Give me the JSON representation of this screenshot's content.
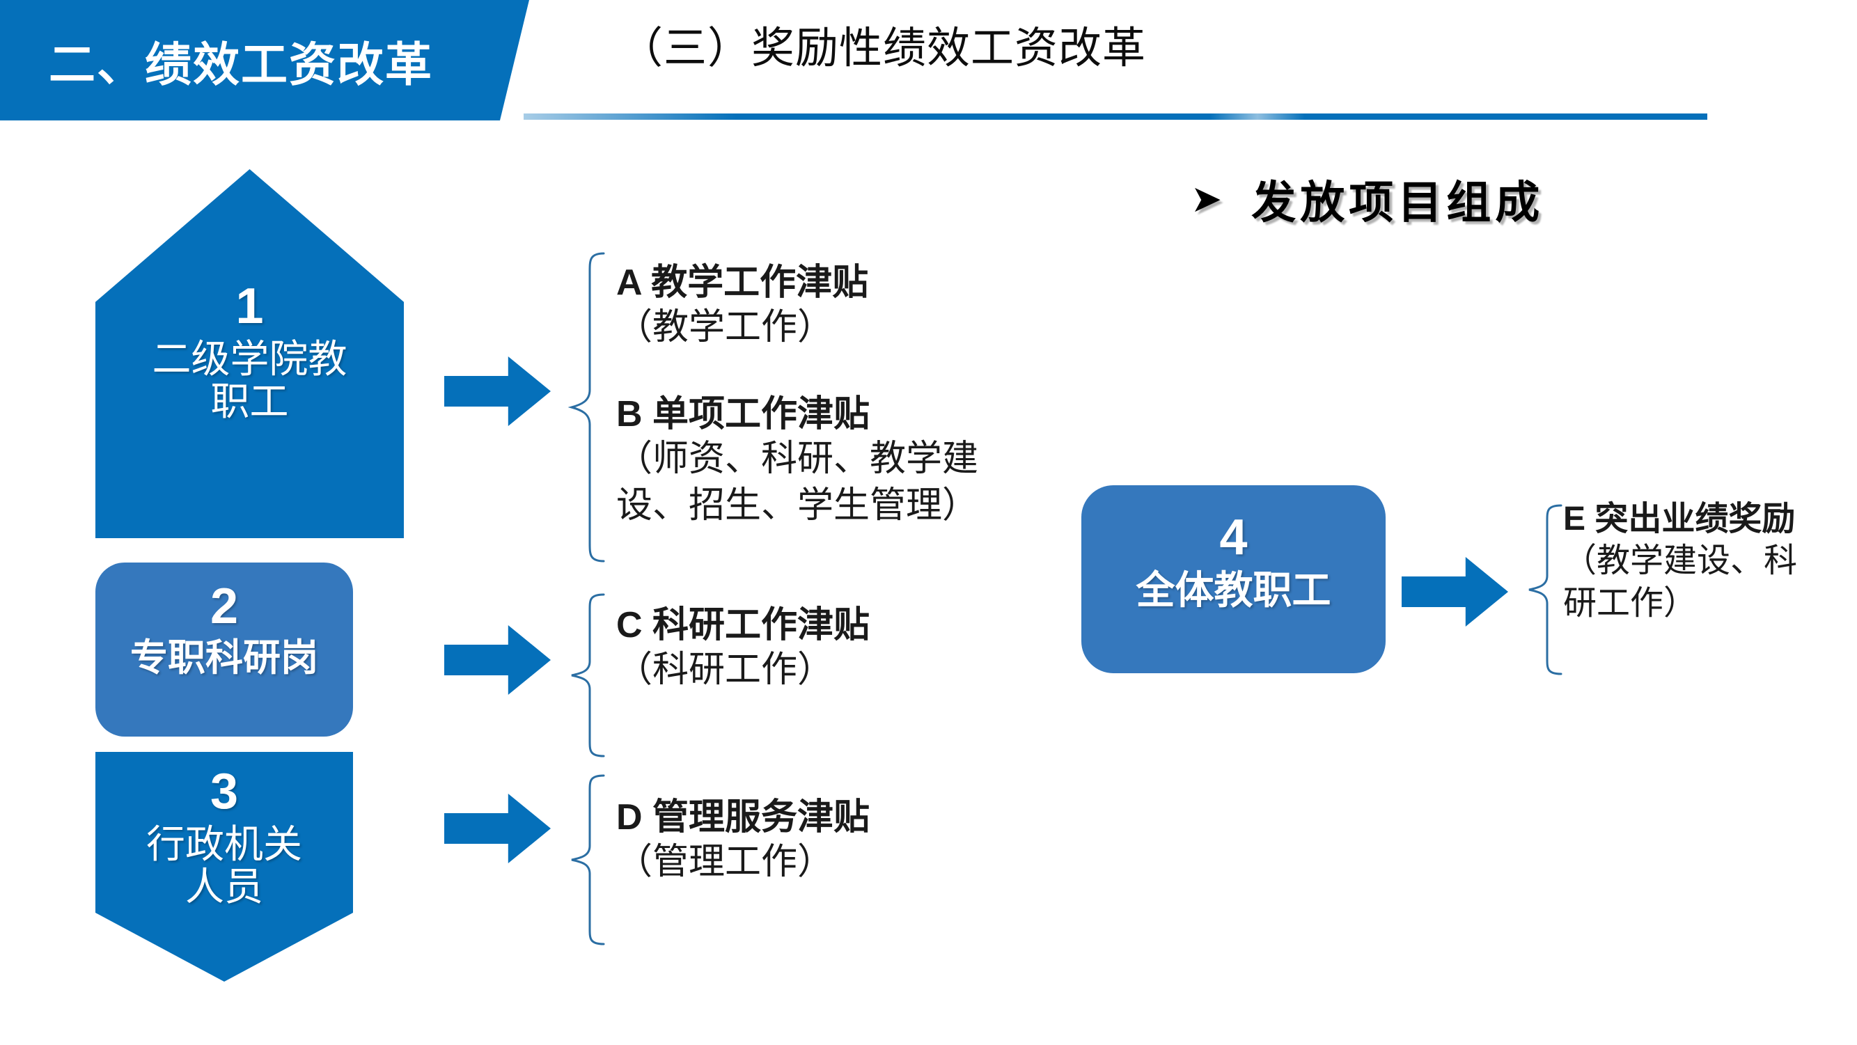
{
  "header": {
    "section_label": "二、绩效工资改革",
    "title": "（三）奖励性绩效工资改革",
    "accent_color": "#0570ba"
  },
  "bullet_heading": {
    "bullet_glyph": "➤",
    "text": "发放项目组成"
  },
  "groups": [
    {
      "number": "1",
      "caption": "二级学院教\n职工",
      "caption_line1": "二级学院教",
      "caption_line2": "职工",
      "shape": "pentagon-up",
      "color": "#0570ba"
    },
    {
      "number": "2",
      "caption": "专职科研岗",
      "shape": "rounded-rect",
      "color": "#3578bd"
    },
    {
      "number": "3",
      "caption_line1": "行政机关",
      "caption_line2": "人员",
      "shape": "pentagon-down",
      "color": "#0570ba"
    },
    {
      "number": "4",
      "caption": "全体教职工",
      "shape": "rounded-rect",
      "color": "#3578bd"
    }
  ],
  "items": [
    {
      "key": "A",
      "title": "A  教学工作津贴",
      "sub_line1": "（教学工作）",
      "sub_line2": ""
    },
    {
      "key": "B",
      "title": "B  单项工作津贴",
      "sub_line1": "（师资、科研、教学建",
      "sub_line2": "设、招生、学生管理）"
    },
    {
      "key": "C",
      "title": "C  科研工作津贴",
      "sub_line1": "（科研工作）",
      "sub_line2": ""
    },
    {
      "key": "D",
      "title": "D 管理服务津贴",
      "sub_line1": "（管理工作）",
      "sub_line2": ""
    },
    {
      "key": "E",
      "title": "E 突出业绩奖励",
      "sub_line1": "（教学建设、科",
      "sub_line2": "研工作）"
    }
  ]
}
